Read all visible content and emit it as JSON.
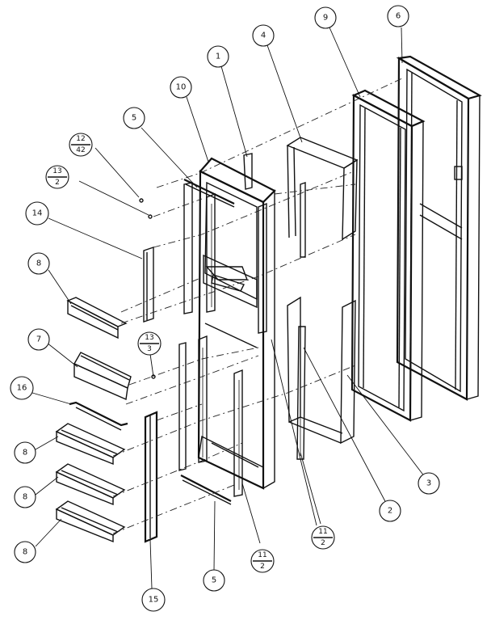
{
  "diagram": {
    "callouts": {
      "c1": "1",
      "c2": "2",
      "c3": "3",
      "c4": "4",
      "c5a": "5",
      "c5b": "5",
      "c6": "6",
      "c7": "7",
      "c8a": "8",
      "c8b": "8",
      "c8c": "8",
      "c8d": "8",
      "c9": "9",
      "c10": "10",
      "c14": "14",
      "c15": "15",
      "c16": "16"
    },
    "fractions": {
      "f12_42": {
        "top": "12",
        "bottom": "42"
      },
      "f13_2": {
        "top": "13",
        "bottom": "2"
      },
      "f13_3": {
        "top": "13",
        "bottom": "3"
      },
      "f11_2a": {
        "top": "11",
        "bottom": "2"
      },
      "f11_2b": {
        "top": "11",
        "bottom": "2"
      }
    }
  }
}
